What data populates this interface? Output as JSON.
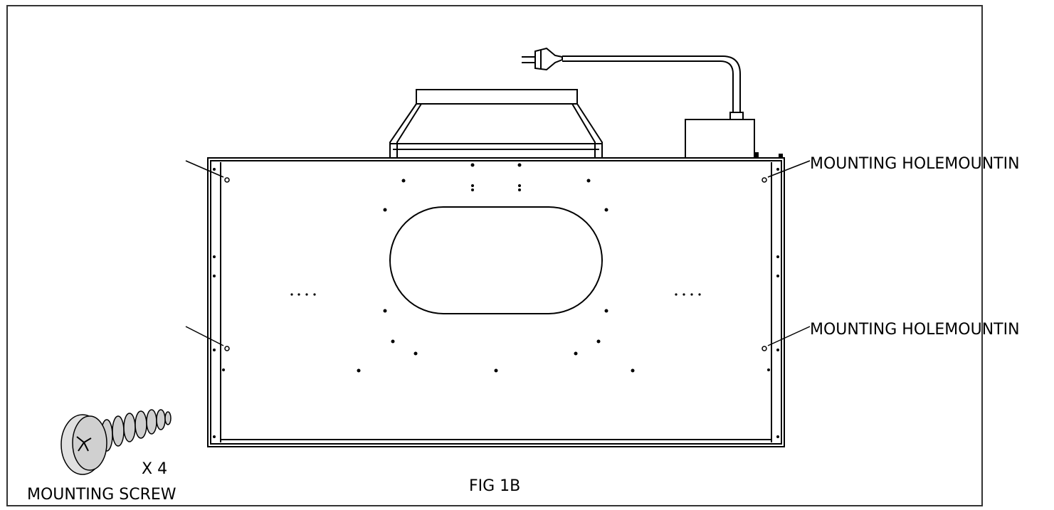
{
  "labels": {
    "mounting_hole_top": "MOUNTING HOLEMOUNTIN",
    "mounting_hole_bottom": "MOUNTING HOLEMOUNTIN",
    "screw_quantity": "X 4",
    "mounting_screw": "MOUNTING SCREW",
    "figure_caption": "FIG 1B"
  },
  "colors": {
    "line": "#000000",
    "background": "#ffffff",
    "screw_fill": "#d9d9d9"
  }
}
